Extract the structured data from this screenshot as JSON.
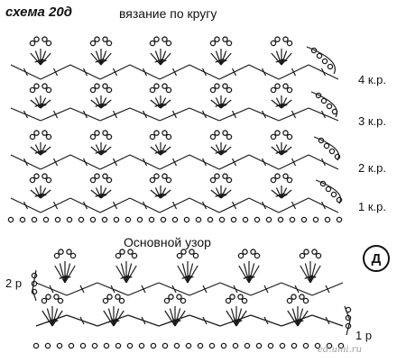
{
  "header": {
    "scheme_title": "схема 20д",
    "subtitle": "вязание по кругу"
  },
  "round_chart": {
    "row_labels": [
      "4 к.р.",
      "3 к.р.",
      "2 к.р.",
      "1 к.р."
    ]
  },
  "pattern_chart": {
    "title": "Основной узор",
    "row_labels": [
      "2 р",
      "1 р"
    ],
    "badge": "Д"
  },
  "watermark": "ed.umi.ru"
}
